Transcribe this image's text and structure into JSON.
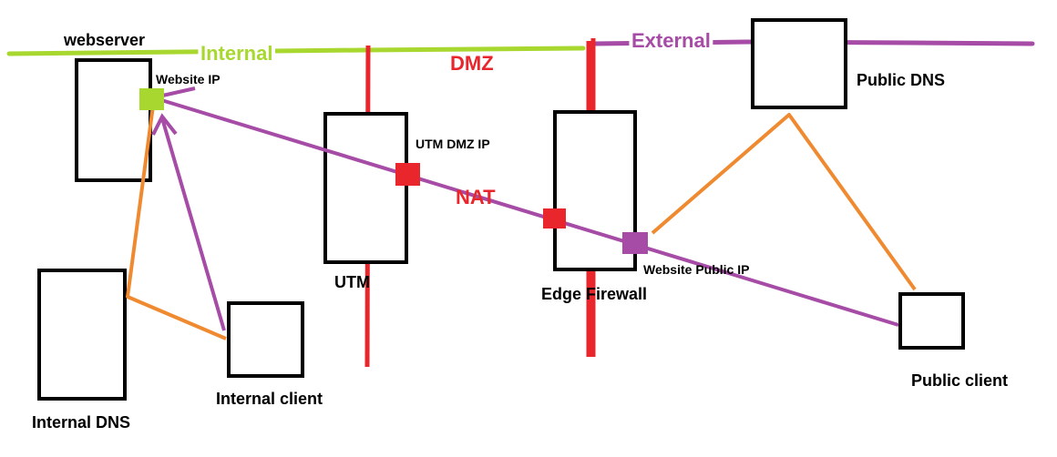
{
  "colors": {
    "internal": "#a8d830",
    "external": "#a64ca6",
    "dmz": "#e8262c",
    "dns_link": "#f08a30",
    "box": "#000000"
  },
  "zones": {
    "internal": "Internal",
    "dmz": "DMZ",
    "external": "External"
  },
  "nat_label": "NAT",
  "nodes": {
    "webserver": "webserver",
    "internal_dns": "Internal DNS",
    "internal_client": "Internal client",
    "utm": "UTM",
    "edge_firewall": "Edge Firewall",
    "public_dns": "Public DNS",
    "public_client": "Public client"
  },
  "endpoints": {
    "website_ip": "Website IP",
    "utm_dmz_ip": "UTM DMZ IP",
    "website_public_ip": "Website Public IP"
  }
}
